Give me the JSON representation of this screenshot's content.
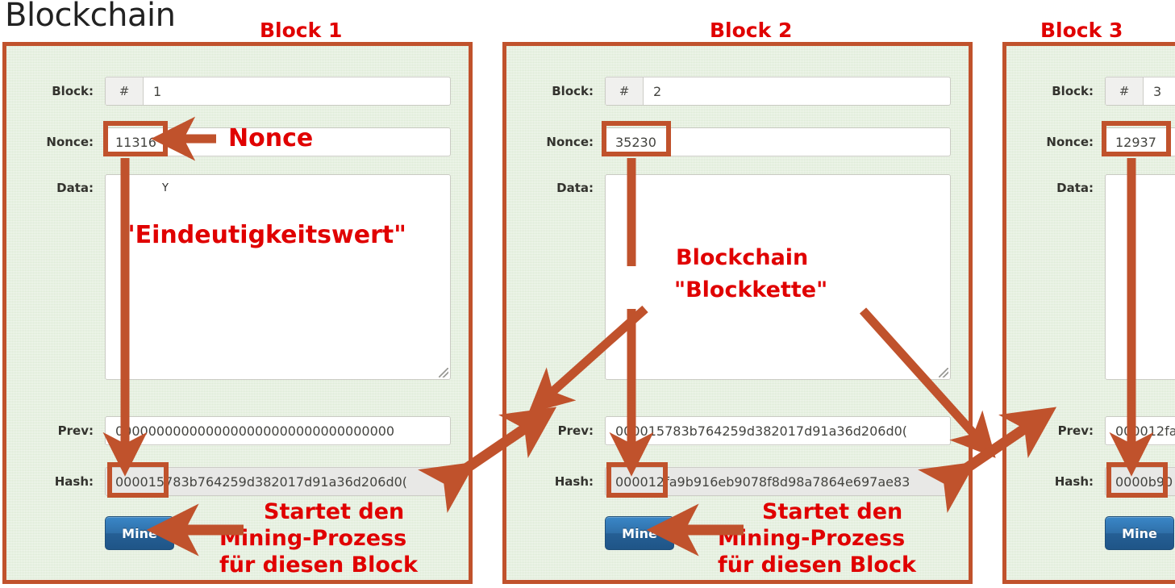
{
  "page": {
    "title": "Blockchain",
    "bg_color": "#ffffff",
    "panel_bg": "#dbe9d3",
    "panel_border": "#c0522c",
    "annotation_red": "#e00000",
    "arrow_color": "#c0522c",
    "button_blue": "#2f6fa8"
  },
  "labels": {
    "block": "Block:",
    "nonce": "Nonce:",
    "data": "Data:",
    "prev": "Prev:",
    "hash": "Hash:",
    "hash_prefix": "#",
    "mine": "Mine"
  },
  "blocks": [
    {
      "title": "Block 1",
      "number": "1",
      "nonce": "11316",
      "data": "Y",
      "prev": "0000000000000000000000000000000000",
      "hash_prefix": "0000",
      "hash_rest": "15783b764259d382017d91a36d206d0(",
      "mine": "Mine"
    },
    {
      "title": "Block 2",
      "number": "2",
      "nonce": "35230",
      "data": "",
      "prev": "000015783b764259d382017d91a36d206d0(",
      "hash_prefix": "0000",
      "hash_rest": "12fa9b916eb9078f8d98a7864e697ae83",
      "mine": "Mine"
    },
    {
      "title": "Block 3",
      "number": "3",
      "nonce": "12937",
      "data": "",
      "prev": "000012fa",
      "hash_prefix": "0000",
      "hash_rest": "b90",
      "mine": "Mine"
    }
  ],
  "annotations": {
    "nonce_callout": "Nonce",
    "uniqueness_callout": "\"Eindeutigkeitswert\"",
    "blockchain_callout_line1": "Blockchain",
    "blockchain_callout_line2": "\"Blockkette\"",
    "mining_callout_line1": "Startet den",
    "mining_callout_line2": "Mining-Prozess",
    "mining_callout_line3": "für diesen Block"
  }
}
